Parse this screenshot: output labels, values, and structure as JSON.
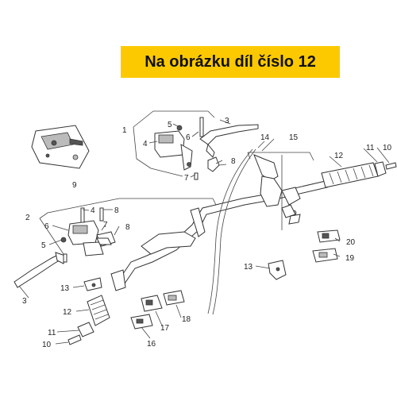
{
  "banner": {
    "text": "Na obrázku díl číslo 12",
    "color": "#fcc900"
  },
  "callouts": {
    "c1": "1",
    "c2": "2",
    "c3a": "3",
    "c3b": "3",
    "c4a": "4",
    "c4b": "4",
    "c5a": "5",
    "c5b": "5",
    "c6a": "6",
    "c6b": "6",
    "c7a": "7",
    "c7b": "7",
    "c8a": "8",
    "c8b": "8",
    "c9": "9",
    "c10a": "10",
    "c10b": "10",
    "c11a": "11",
    "c11b": "11",
    "c12a": "12",
    "c12b": "12",
    "c13a": "13",
    "c13b": "13",
    "c14": "14",
    "c15": "15",
    "c16": "16",
    "c17": "17",
    "c18": "18",
    "c19": "19",
    "c20": "20"
  }
}
